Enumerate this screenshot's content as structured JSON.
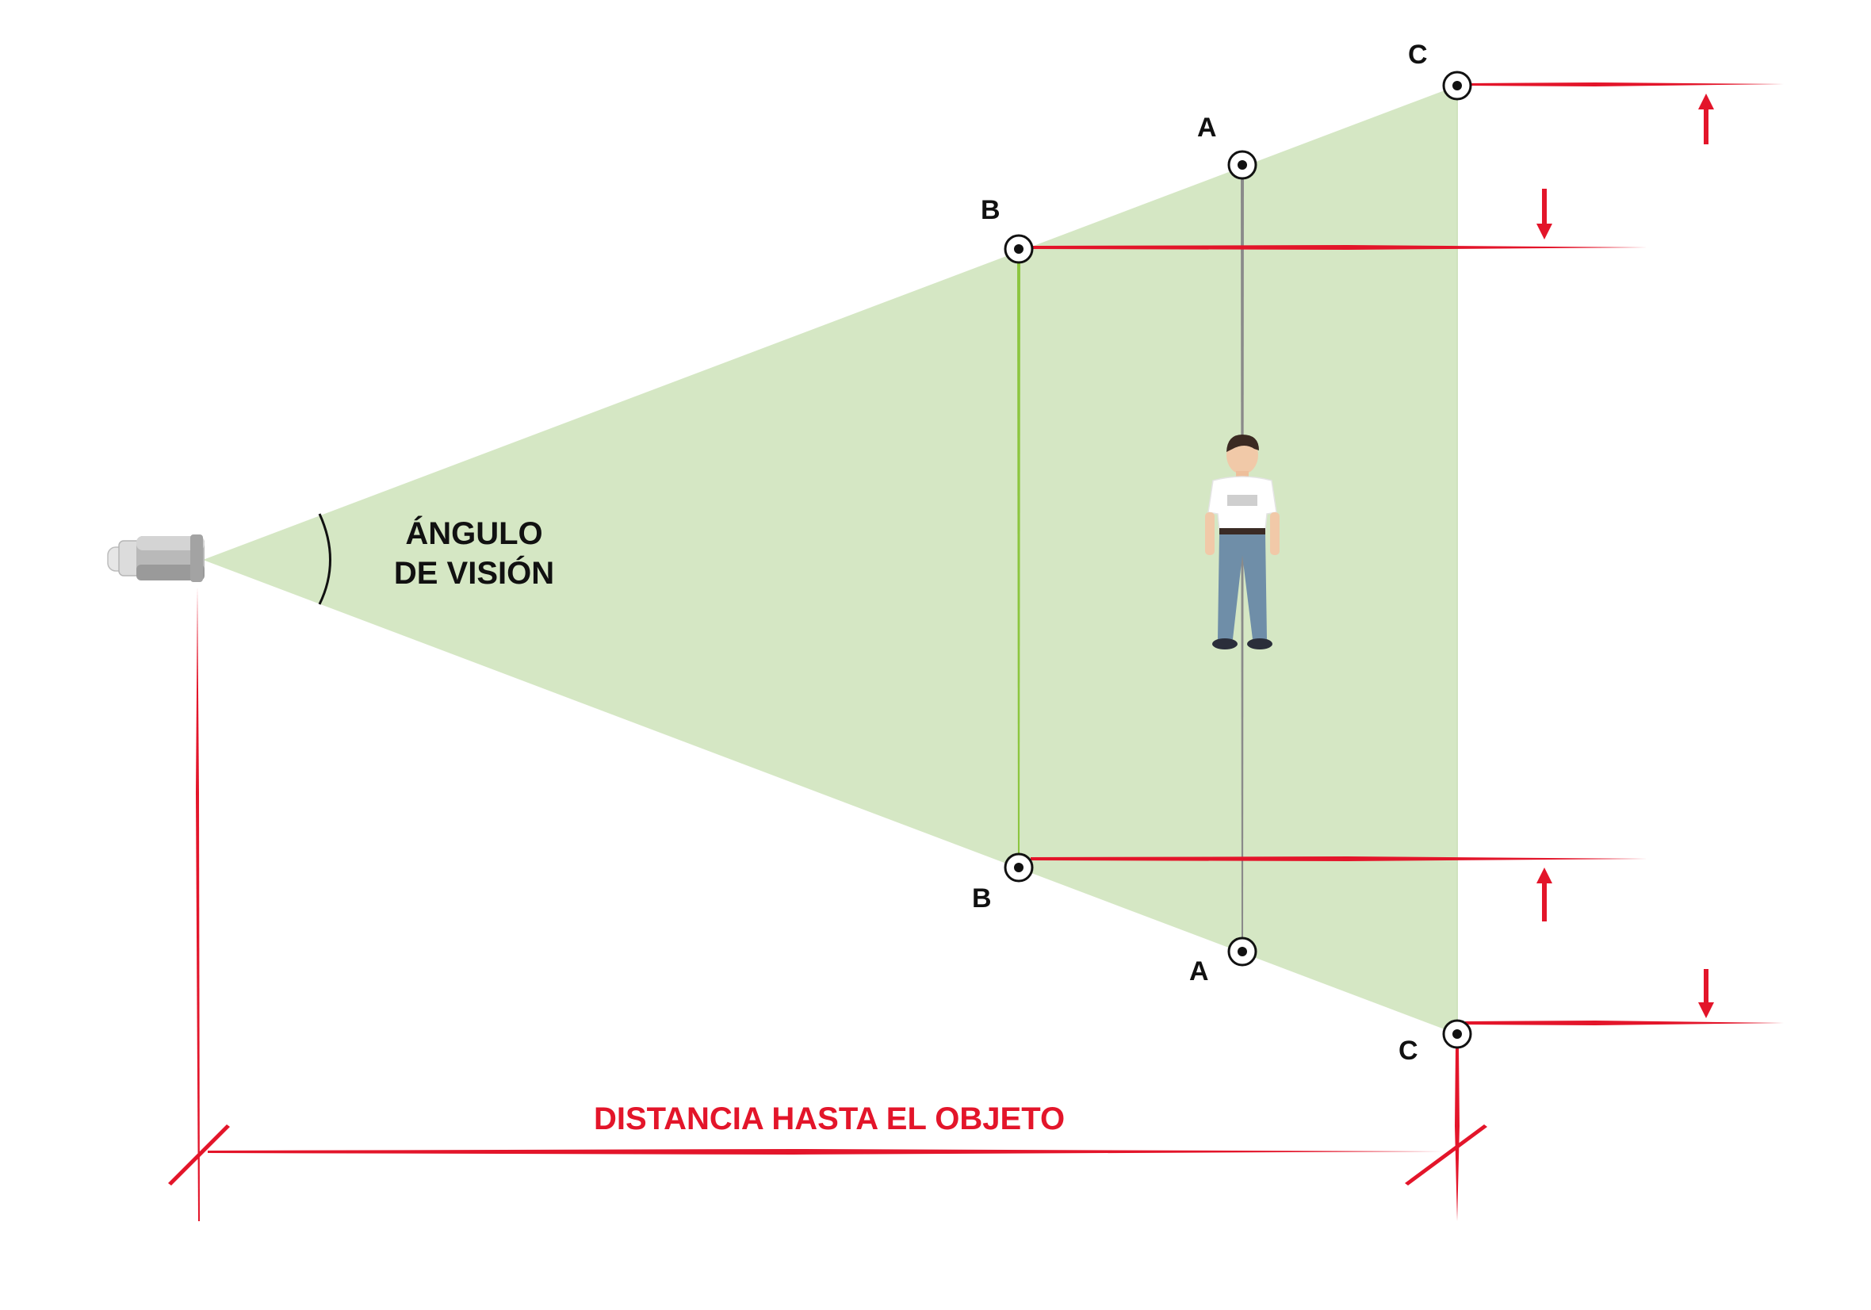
{
  "labels": {
    "angle_line1": "ÁNGULO",
    "angle_line2": "DE VISIÓN",
    "distance": "DISTANCIA HASTA EL OBJETO",
    "point_a": "A",
    "point_b": "B",
    "point_c": "C"
  },
  "colors": {
    "cone": "#d5e7c4",
    "plane_b": "#8cc63f",
    "plane_a": "#8a8a8a",
    "dimension": "#e3152a",
    "text": "#111111"
  },
  "icons": {
    "camera": "bullet-camera-icon",
    "person": "standing-person-figure",
    "point_marker": "circled-dot-icon"
  }
}
